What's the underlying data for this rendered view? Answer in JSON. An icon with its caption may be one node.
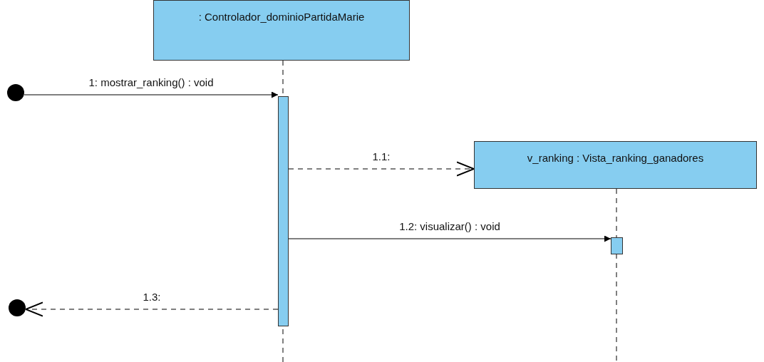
{
  "diagram": {
    "nodes": [
      {
        "text": [
          ": Controlador_dominioPartidaMarie"
        ]
      },
      {
        "text": [],
        "shape": "bar"
      },
      {
        "text": [],
        "shape": "circle"
      },
      {
        "text": [
          "v_ranking : Vista_ranking_ganadores"
        ]
      },
      {
        "text": [],
        "shape": "bar"
      },
      {
        "text": [],
        "shape": "circle"
      }
    ],
    "edges": [
      {
        "from": 2,
        "to": 1,
        "arrow": "to",
        "label": "1: mostrar_ranking() : void"
      },
      {
        "from": 1,
        "to": 3,
        "arrow": "to",
        "label": "1.1:",
        "style": "dashed"
      },
      {
        "from": 1,
        "to": 4,
        "arrow": "to",
        "label": "1.2: visualizar() : void"
      },
      {
        "from": 1,
        "to": 5,
        "arrow": "to",
        "label": "1.3:",
        "style": "dashed"
      }
    ]
  }
}
